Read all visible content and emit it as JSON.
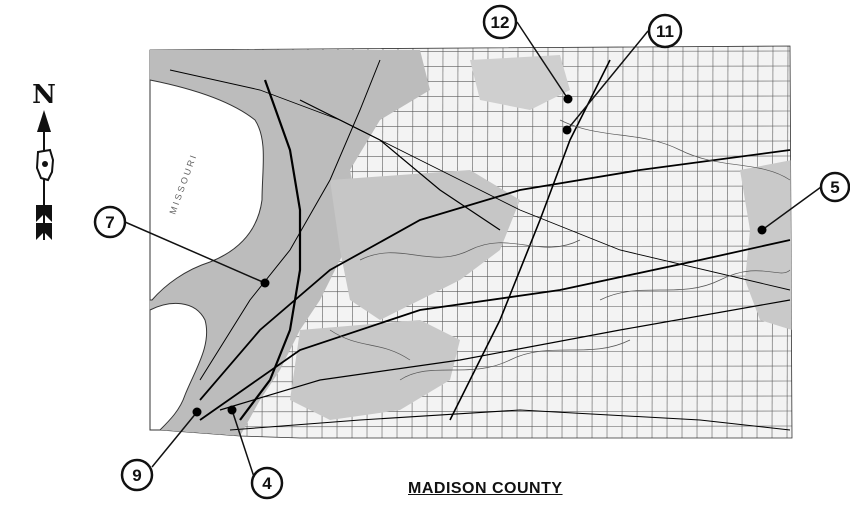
{
  "map": {
    "caption": "MADISON COUNTY",
    "north_label": "N",
    "river_label": "M I S S O U R I"
  },
  "callouts": [
    {
      "id": "12",
      "label": "12"
    },
    {
      "id": "11",
      "label": "11"
    },
    {
      "id": "5",
      "label": "5"
    },
    {
      "id": "7",
      "label": "7"
    },
    {
      "id": "9",
      "label": "9"
    },
    {
      "id": "4",
      "label": "4"
    }
  ],
  "colors": {
    "land_shaded": "#bdbdbd",
    "land_light": "#efefef",
    "lines": "#1a1a1a",
    "road_heavy": "#000000"
  },
  "icons": {
    "north_arrow": "north-arrow-icon",
    "state_outline": "illinois-state-icon"
  }
}
